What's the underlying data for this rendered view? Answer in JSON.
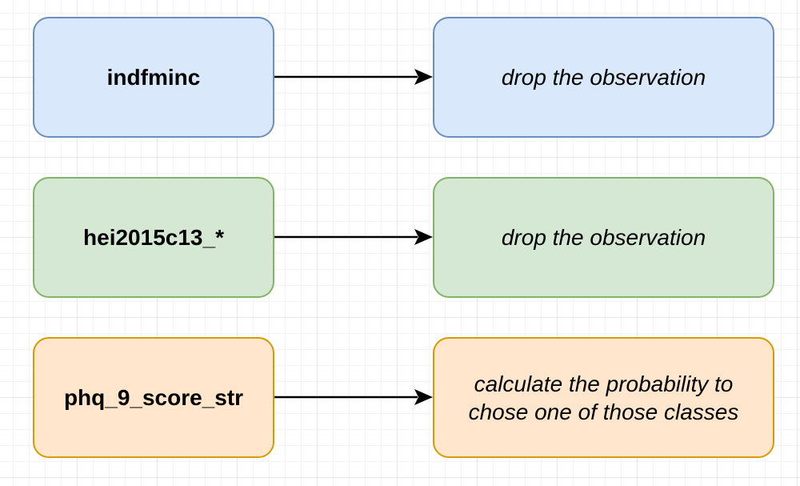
{
  "diagram": {
    "rows": [
      {
        "source": "indfminc",
        "target": "drop the observation",
        "fill": "#dae8fc",
        "stroke": "#6c8ebf"
      },
      {
        "source": "hei2015c13_*",
        "target": "drop the observation",
        "fill": "#d5e8d4",
        "stroke": "#82b366"
      },
      {
        "source": "phq_9_score_str",
        "target": "calculate the probability to chose one of those classes",
        "fill": "#ffe6cc",
        "stroke": "#d79b00"
      }
    ],
    "connector_color": "#000000"
  }
}
